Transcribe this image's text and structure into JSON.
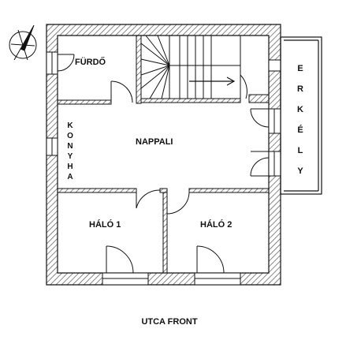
{
  "plan": {
    "rooms": {
      "bathroom": "FÜRDŐ",
      "living_room": "NAPPALI",
      "bedroom_1": "HÁLÓ 1",
      "bedroom_2": "HÁLÓ 2"
    },
    "kitchen_letters": [
      "K",
      "O",
      "N",
      "Y",
      "H",
      "A"
    ],
    "balcony_letters": [
      "E",
      "R",
      "K",
      "É",
      "L",
      "Y"
    ],
    "street_label": "UTCA FRONT"
  },
  "icons": {
    "compass": "north-arrow-icon",
    "stairs_arrow": "arrow-right-icon"
  },
  "colors": {
    "line": "#111111",
    "wall_hatch": "#555555",
    "background": "#ffffff"
  }
}
